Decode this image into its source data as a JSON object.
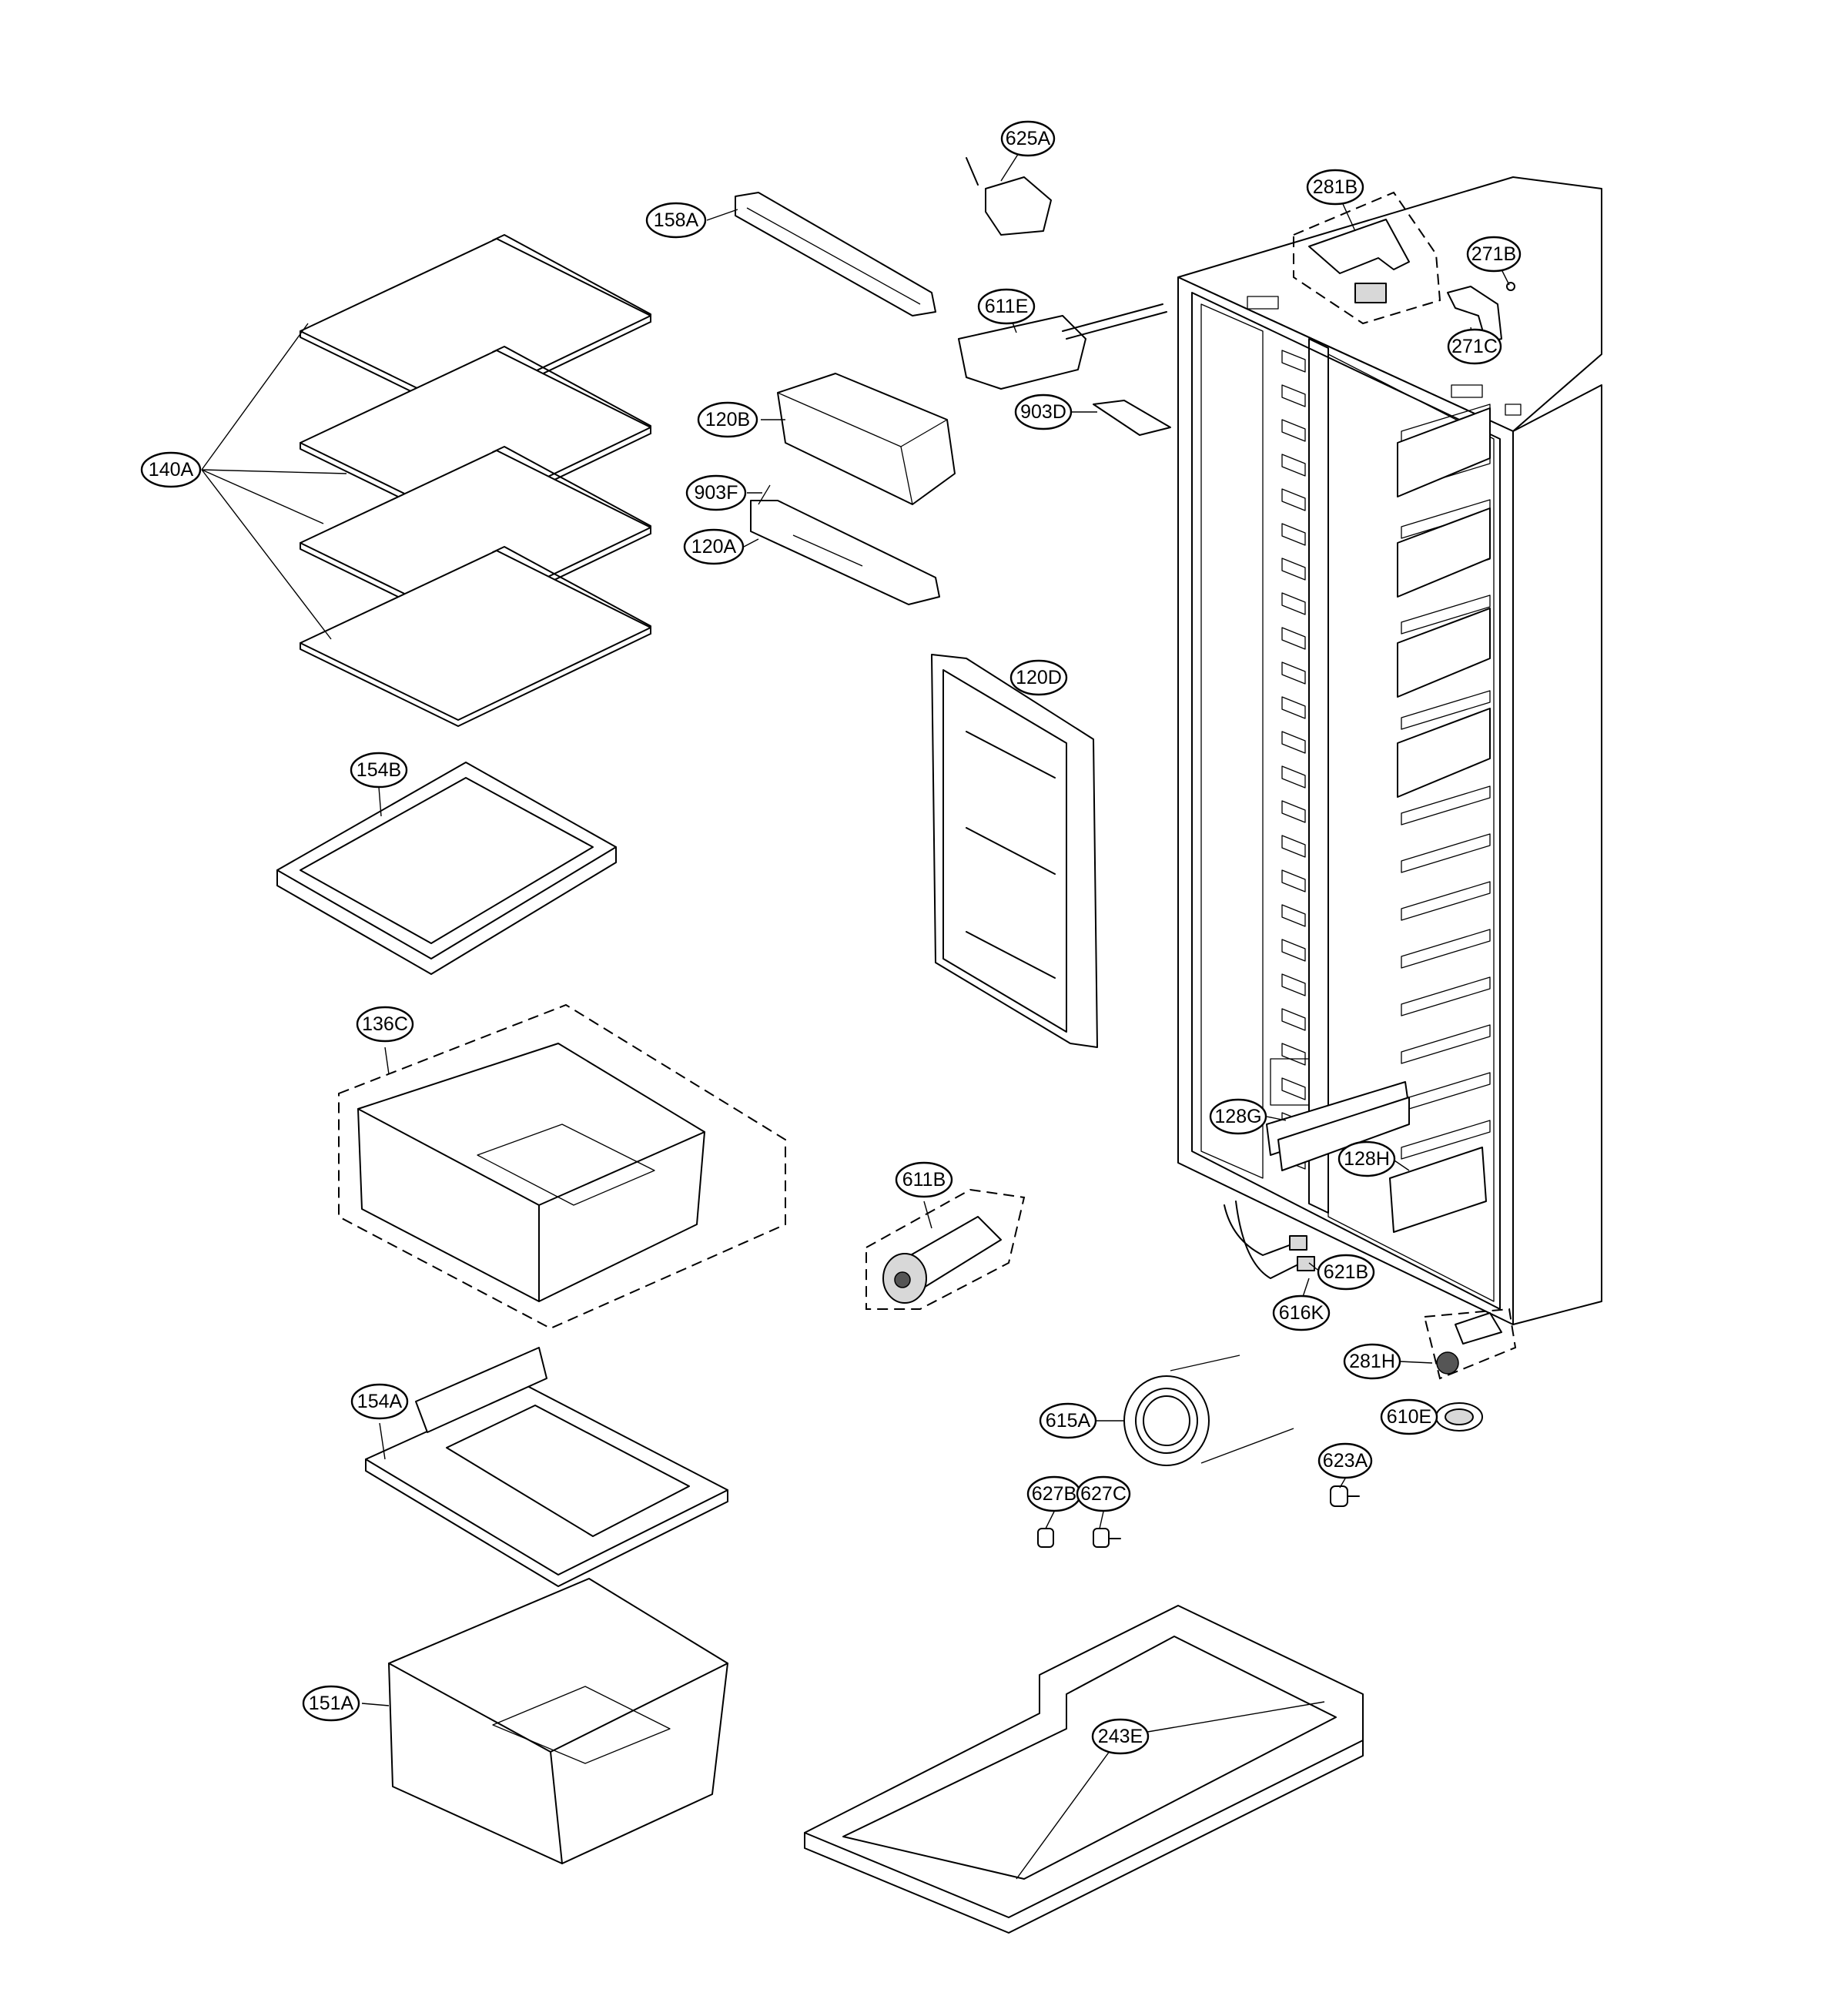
{
  "diagram": {
    "parts": [
      {
        "id": "p625A",
        "label": "625A"
      },
      {
        "id": "p158A",
        "label": "158A"
      },
      {
        "id": "p281B",
        "label": "281B"
      },
      {
        "id": "p271B",
        "label": "271B"
      },
      {
        "id": "p611E",
        "label": "611E"
      },
      {
        "id": "p271C",
        "label": "271C"
      },
      {
        "id": "p120B",
        "label": "120B"
      },
      {
        "id": "p903D",
        "label": "903D"
      },
      {
        "id": "p140A",
        "label": "140A"
      },
      {
        "id": "p903F",
        "label": "903F"
      },
      {
        "id": "p120A",
        "label": "120A"
      },
      {
        "id": "p120D",
        "label": "120D"
      },
      {
        "id": "p154B",
        "label": "154B"
      },
      {
        "id": "p136C",
        "label": "136C"
      },
      {
        "id": "p128G",
        "label": "128G"
      },
      {
        "id": "p128H",
        "label": "128H"
      },
      {
        "id": "p611B",
        "label": "611B"
      },
      {
        "id": "p621B",
        "label": "621B"
      },
      {
        "id": "p616K",
        "label": "616K"
      },
      {
        "id": "p281H",
        "label": "281H"
      },
      {
        "id": "p154A",
        "label": "154A"
      },
      {
        "id": "p615A",
        "label": "615A"
      },
      {
        "id": "p610E",
        "label": "610E"
      },
      {
        "id": "p623A",
        "label": "623A"
      },
      {
        "id": "p627B",
        "label": "627B"
      },
      {
        "id": "p627C",
        "label": "627C"
      },
      {
        "id": "p151A",
        "label": "151A"
      },
      {
        "id": "p243E",
        "label": "243E"
      }
    ]
  }
}
